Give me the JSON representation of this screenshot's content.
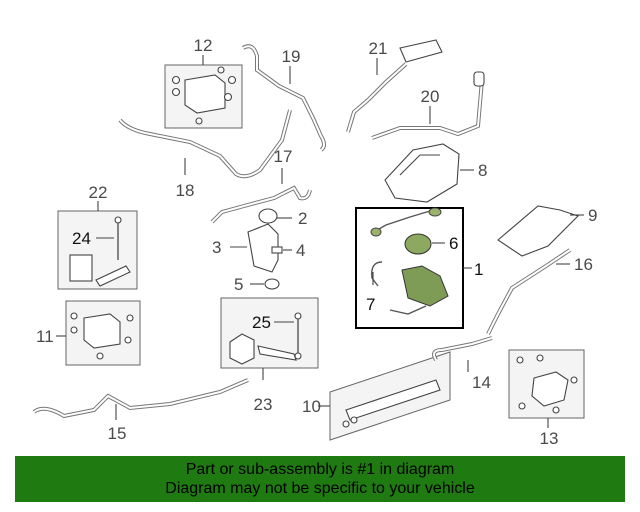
{
  "diagram": {
    "callouts": [
      "1",
      "2",
      "3",
      "4",
      "5",
      "6",
      "7",
      "8",
      "9",
      "10",
      "11",
      "12",
      "13",
      "14",
      "15",
      "16",
      "17",
      "18",
      "19",
      "20",
      "21",
      "22",
      "23",
      "24",
      "25"
    ]
  },
  "banner": {
    "line1": "Part or sub-assembly is #1 in diagram",
    "line2": "Diagram may not be specific to your vehicle",
    "color": "#1f7a12"
  },
  "colors": {
    "highlight_box_border": "#000000",
    "part_line": "#444444",
    "sub_box_fill": "#f4f4f4"
  }
}
